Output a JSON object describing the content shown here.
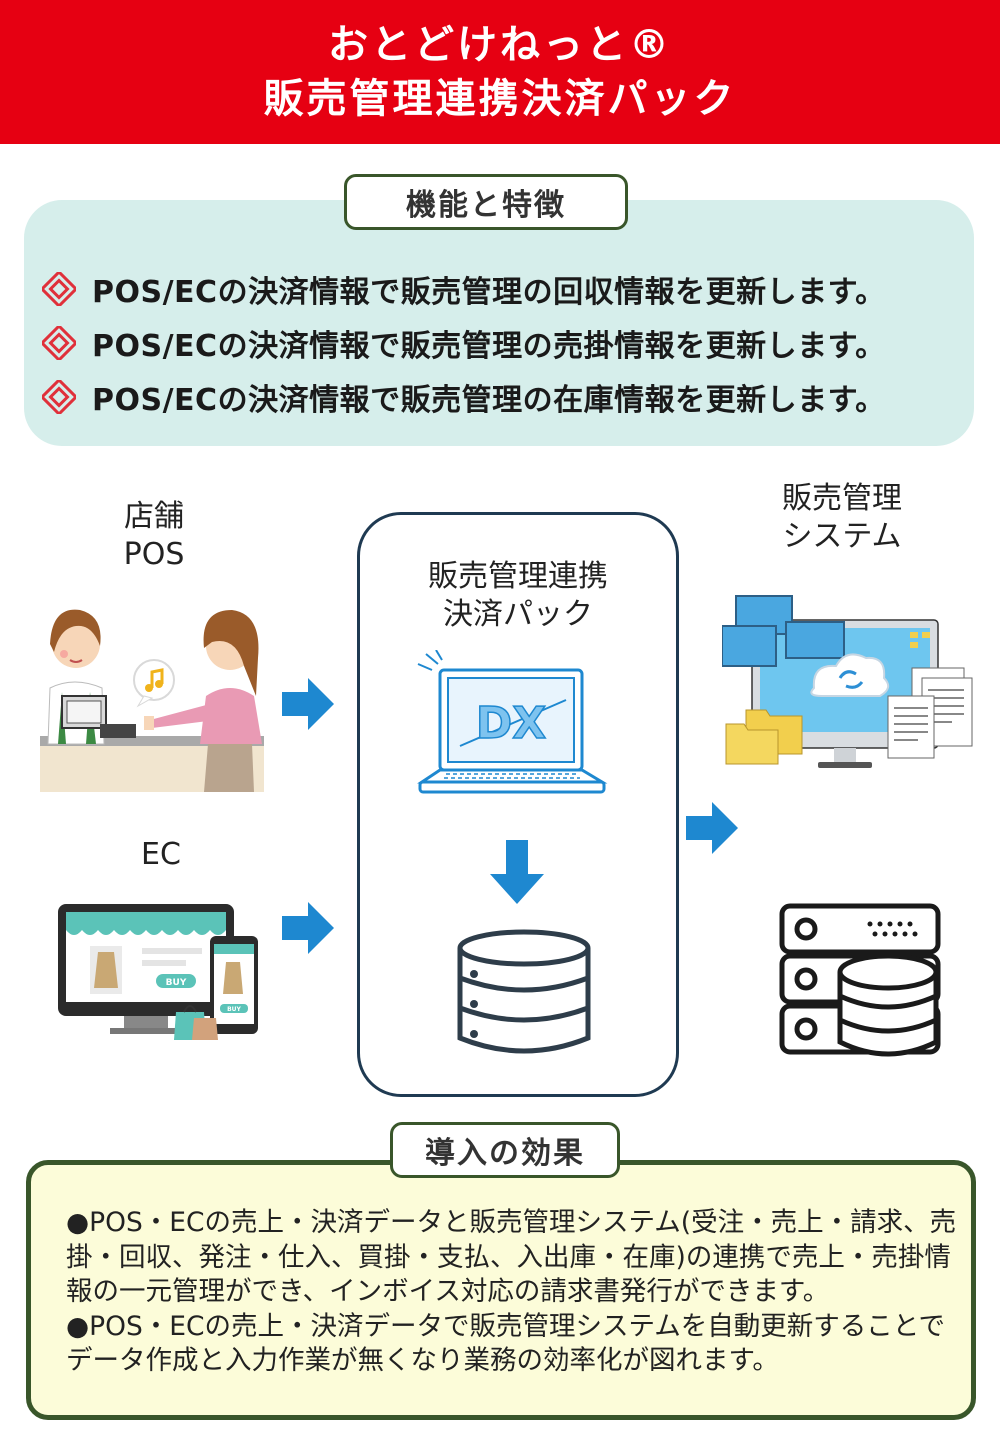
{
  "header": {
    "title_line1": "おとどけねっと®",
    "title_line2": "販売管理連携決済パック"
  },
  "features": {
    "heading": "機能と特徴",
    "items": [
      "POS/ECの決済情報で販売管理の回収情報を更新します。",
      "POS/ECの決済情報で販売管理の売掛情報を更新します。",
      "POS/ECの決済情報で販売管理の在庫情報を更新します。"
    ]
  },
  "diagram": {
    "pos_label_1": "店舗",
    "pos_label_2": "POS",
    "ec_label": "EC",
    "center_label_1": "販売管理連携",
    "center_label_2": "決済パック",
    "system_label_1": "販売管理",
    "system_label_2": "システム",
    "laptop_screen_text": "DX",
    "buy_label": "BUY"
  },
  "effects": {
    "heading": "導入の効果",
    "paragraphs": [
      "●POS・ECの売上・決済データと販売管理システム(受注・売上・請求、売掛・回収、発注・仕入、買掛・支払、入出庫・在庫)の連携で売上・売掛情報の一元管理ができ、インボイス対応の請求書発行ができます。",
      "●POS・ECの売上・決済データで販売管理システムを自動更新することでデータ作成と入力作業が無くなり業務の効率化が図れます。"
    ]
  },
  "colors": {
    "header_red": "#e60012",
    "feature_bg": "#d6eeeb",
    "effect_bg": "#fcfcd9",
    "frame_green": "#39562a",
    "arrow_blue": "#1e88d0",
    "diamond_red": "#e0303a"
  }
}
